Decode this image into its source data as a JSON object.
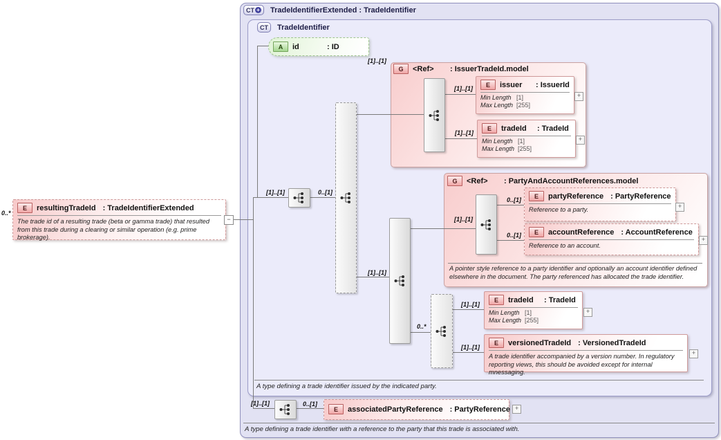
{
  "palette": {
    "container_fill": "#e2e2f3",
    "container_inner_fill": "#ebebfa",
    "group_pink": "#f8cdcd",
    "element_pink": "#f7c9c9",
    "attribute_green": "#e0f3d6",
    "connector_gray": "#7a7a7a"
  },
  "root_element": {
    "cardinality": "0..*",
    "badge": "E",
    "name": "resultingTradeId",
    "type_suffix": ": TradeIdentifierExtended",
    "doc": "The trade id of a resulting trade (beta or gamma trade) that resulted from this trade during a clearing or similar operation (e.g. prime brokerage).",
    "collapse_glyph": "−"
  },
  "outer_type": {
    "badge": "CT",
    "plus_glyph": "+",
    "title": "TradeIdentifierExtended : TradeIdentifier",
    "footer": "A type defining a trade identifier with a reference to the party that this trade is associated with.",
    "content_ref": {
      "cardinality": "[1]..[1]",
      "optionality": "0..[1]"
    },
    "extension_ref": {
      "cardinality": "[1]..[1]",
      "optionality": "0..[1]"
    }
  },
  "inner_type": {
    "badge": "CT",
    "title": "TradeIdentifier",
    "footer": "A type defining a trade identifier issued by the indicated party.",
    "sequence_link_cardinality": "[1]..[1]"
  },
  "attribute_id": {
    "badge": "A",
    "name": "id",
    "type_suffix": ": ID"
  },
  "issuer_group": {
    "badge": "G",
    "name": "<Ref>",
    "type_suffix": ": IssuerTradeId.model",
    "cardinality": "[1]..[1]",
    "issuer": {
      "badge": "E",
      "name": "issuer",
      "type_suffix": ": IssuerId",
      "cardinality": "[1]..[1]",
      "expand_glyph": "+",
      "min_label": "Min Length",
      "min_value": "[1]",
      "max_label": "Max Length",
      "max_value": "[255]"
    },
    "trade_id": {
      "badge": "E",
      "name": "tradeId",
      "type_suffix": ": TradeId",
      "cardinality": "[1]..[1]",
      "expand_glyph": "+",
      "min_label": "Min Length",
      "min_value": "[1]",
      "max_label": "Max Length",
      "max_value": "[255]"
    }
  },
  "party_group": {
    "badge": "G",
    "name": "<Ref>",
    "type_suffix": ": PartyAndAccountReferences.model",
    "cardinality": "[1]..[1]",
    "footer": "A pointer style reference to a party identifier and optionally an account identifier defined elsewhere in the document. The party referenced has allocated the trade identifier.",
    "party_reference": {
      "badge": "E",
      "name": "partyReference",
      "type_suffix": ": PartyReference",
      "cardinality": "0..[1]",
      "doc": "Reference to a party.",
      "expand_glyph": "+"
    },
    "account_reference": {
      "badge": "E",
      "name": "accountReference",
      "type_suffix": ": AccountReference",
      "cardinality": "0..[1]",
      "doc": "Reference to an account.",
      "expand_glyph": "+"
    }
  },
  "repeat_group": {
    "cardinality": "0..*",
    "trade_id": {
      "badge": "E",
      "name": "tradeId",
      "type_suffix": ": TradeId",
      "cardinality": "[1]..[1]",
      "expand_glyph": "+",
      "min_label": "Min Length",
      "min_value": "[1]",
      "max_label": "Max Length",
      "max_value": "[255]"
    },
    "versioned_trade_id": {
      "badge": "E",
      "name": "versionedTradeId",
      "type_suffix": ": VersionedTradeId",
      "cardinality": "[1]..[1]",
      "expand_glyph": "+",
      "doc": "A trade identifier accompanied by a version number. In regulatory reporting views, this should be avoided except for internal mnessaging."
    }
  },
  "associated_party_reference": {
    "badge": "E",
    "name": "associatedPartyReference",
    "type_suffix": ": PartyReference",
    "cardinality": "0..[1]",
    "expand_glyph": "+"
  }
}
